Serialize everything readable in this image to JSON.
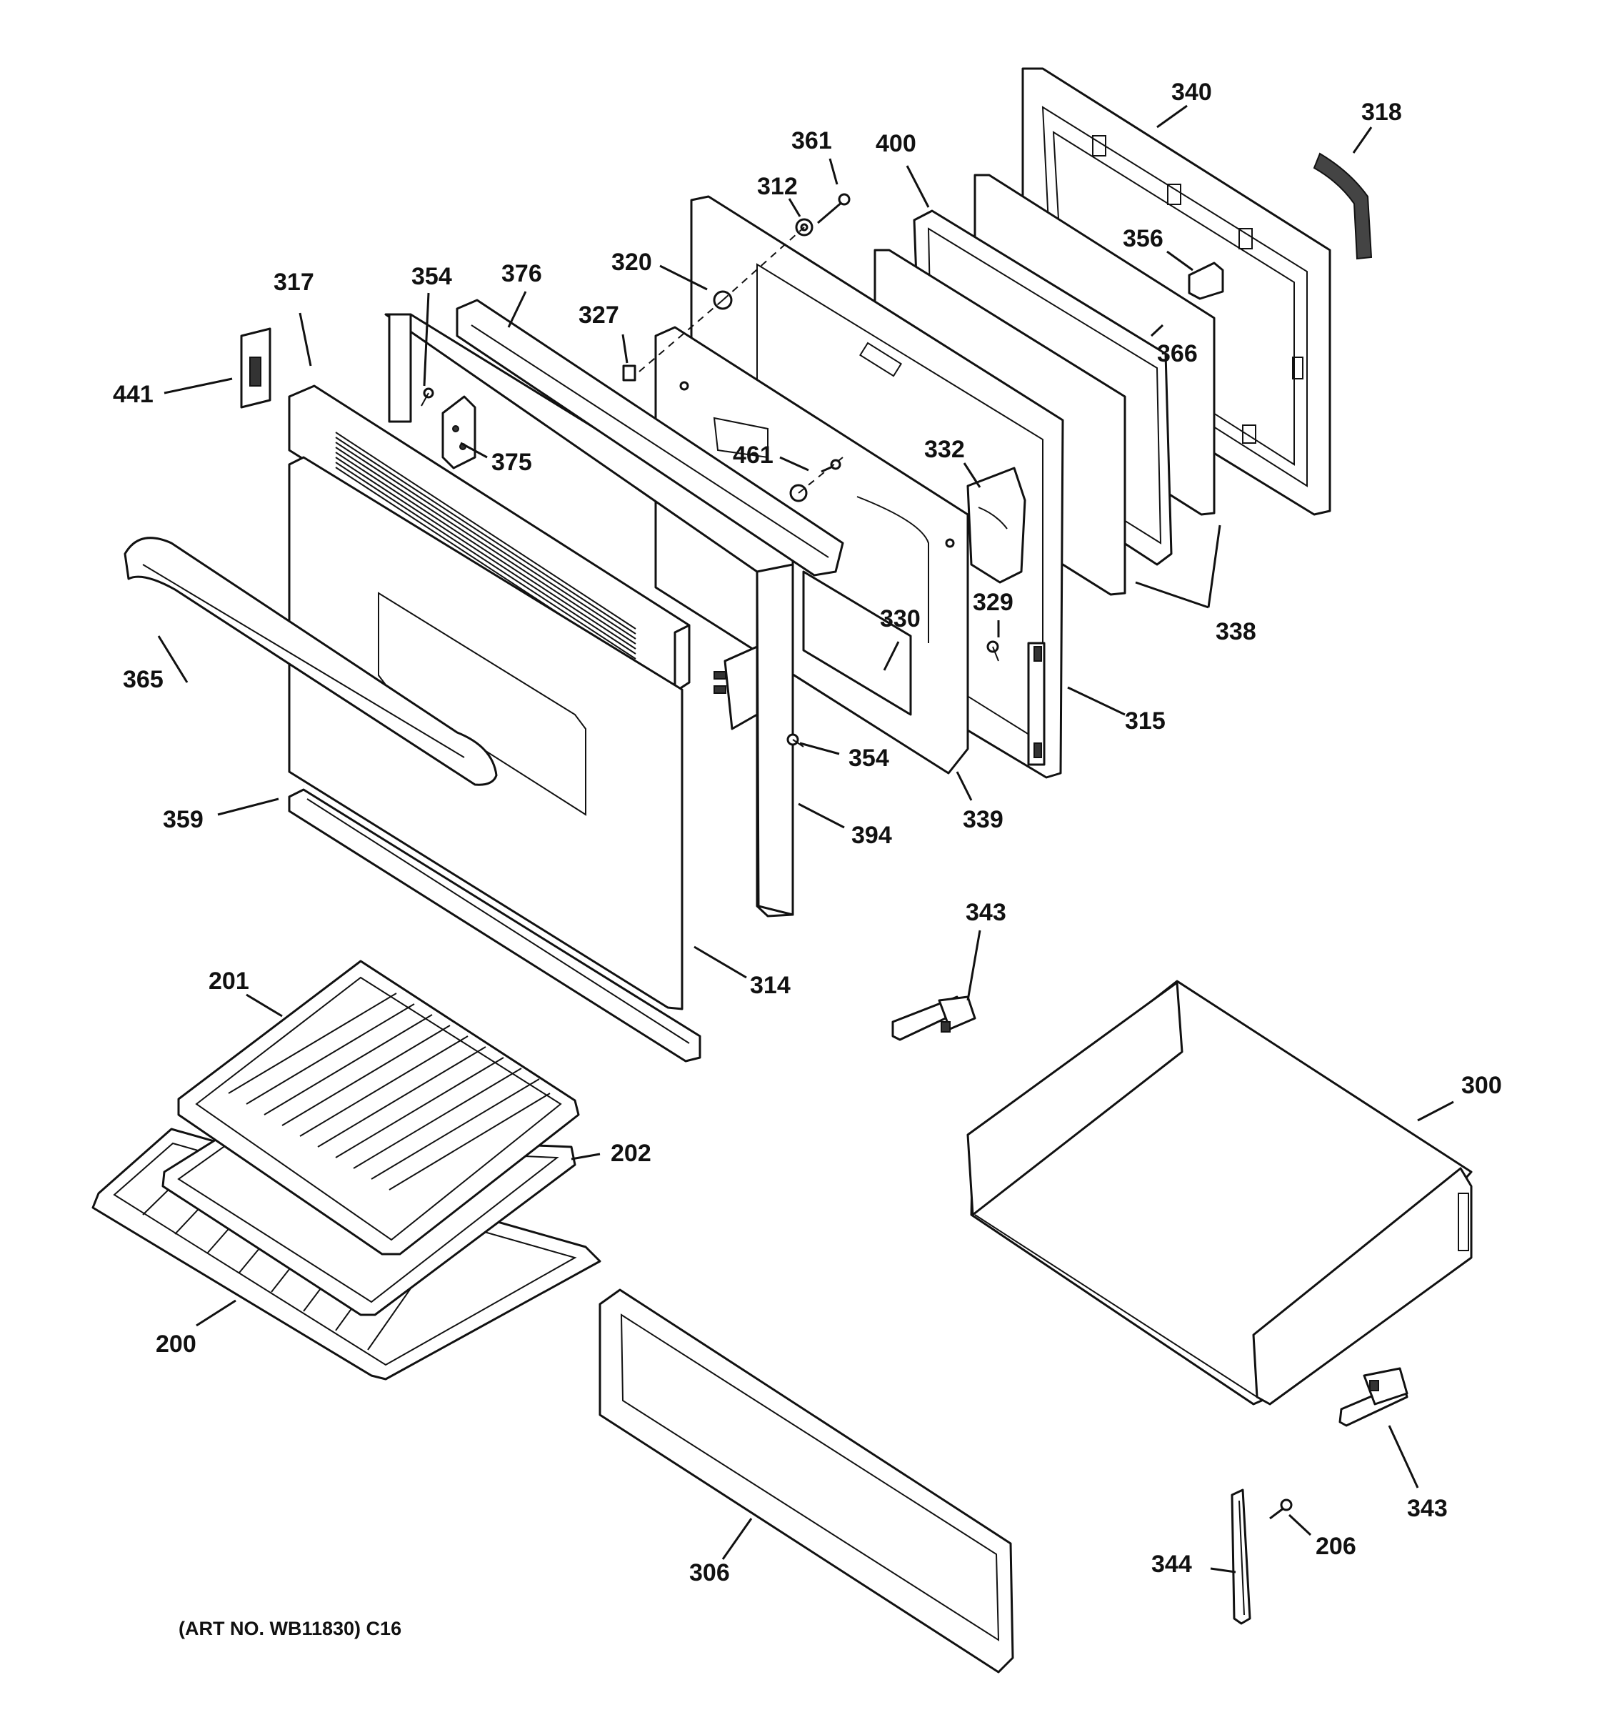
{
  "labels": {
    "p340": "340",
    "p318": "318",
    "p361": "361",
    "p400": "400",
    "p312": "312",
    "p356": "356",
    "p320": "320",
    "p317": "317",
    "p354a": "354",
    "p376": "376",
    "p327": "327",
    "p366": "366",
    "p441": "441",
    "p375": "375",
    "p461": "461",
    "p332": "332",
    "p338": "338",
    "p329": "329",
    "p330": "330",
    "p365": "365",
    "p315": "315",
    "p354b": "354",
    "p339": "339",
    "p359": "359",
    "p394": "394",
    "p343a": "343",
    "p314": "314",
    "p201": "201",
    "p300": "300",
    "p202": "202",
    "p200": "200",
    "p343b": "343",
    "p206": "206",
    "p344": "344",
    "p306": "306"
  },
  "footer": "(ART NO. WB11830) C16"
}
